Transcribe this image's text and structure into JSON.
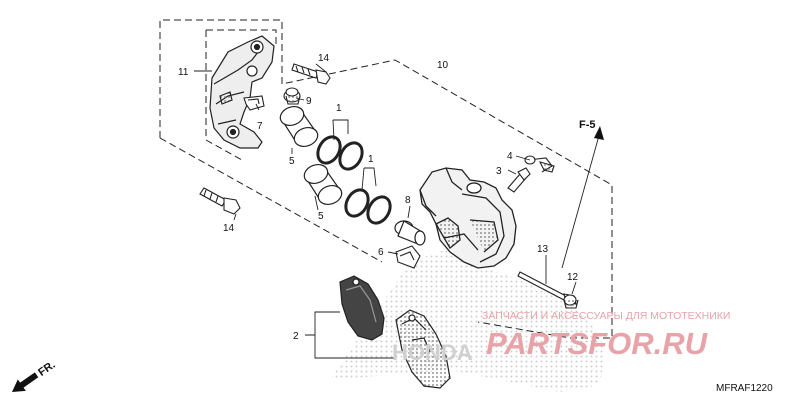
{
  "diagram": {
    "part_labels": {
      "p1a": "1",
      "p1b": "1",
      "p2": "2",
      "p3": "3",
      "p4": "4",
      "p5a": "5",
      "p5b": "5",
      "p6": "6",
      "p7": "7",
      "p8": "8",
      "p9": "9",
      "p10": "10",
      "p11": "11",
      "p12": "12",
      "p13": "13",
      "p14a": "14",
      "p14b": "14"
    },
    "reference": "F-5",
    "front_indicator": "FR.",
    "diagram_code": "MFRAF1220"
  },
  "watermark": {
    "tagline": "ЗАПЧАСТИ И АКСЕССУАРЫ ДЛЯ МОТОТЕХНИКИ",
    "brand": "PARTSFOR.RU",
    "logo_text": "HONDA",
    "color": "#e7a3a8"
  }
}
